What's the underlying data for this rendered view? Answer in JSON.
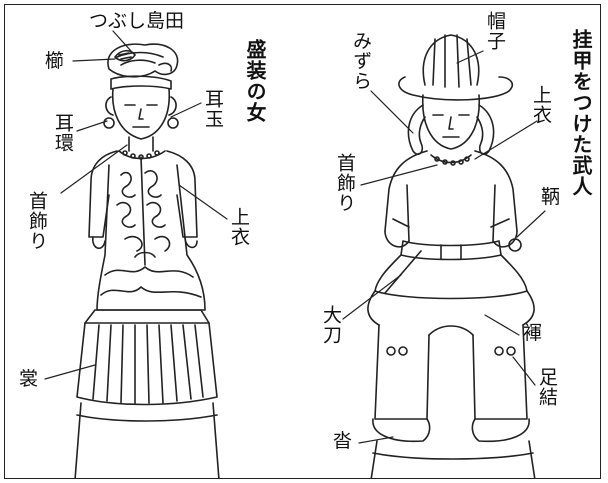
{
  "left_figure": {
    "title": "盛装の女",
    "labels": {
      "tsubushi_shimada": "つぶし島田",
      "kushi": "櫛",
      "mimidama": "耳玉",
      "mimiwa": "耳環",
      "kubikazari": "首飾り",
      "uwagi": "上衣",
      "mo": "裳"
    }
  },
  "right_figure": {
    "title": "挂甲をつけた武人",
    "labels": {
      "boushi": "帽子",
      "mizura": "みずら",
      "uwagi": "上衣",
      "kubikazari": "首飾り",
      "tomo": "鞆",
      "tachi": "大刀",
      "hakama": "褌",
      "ashiyui": "足結",
      "kutsu": "沓"
    }
  },
  "colors": {
    "ink": "#111111",
    "paper": "#ffffff"
  }
}
